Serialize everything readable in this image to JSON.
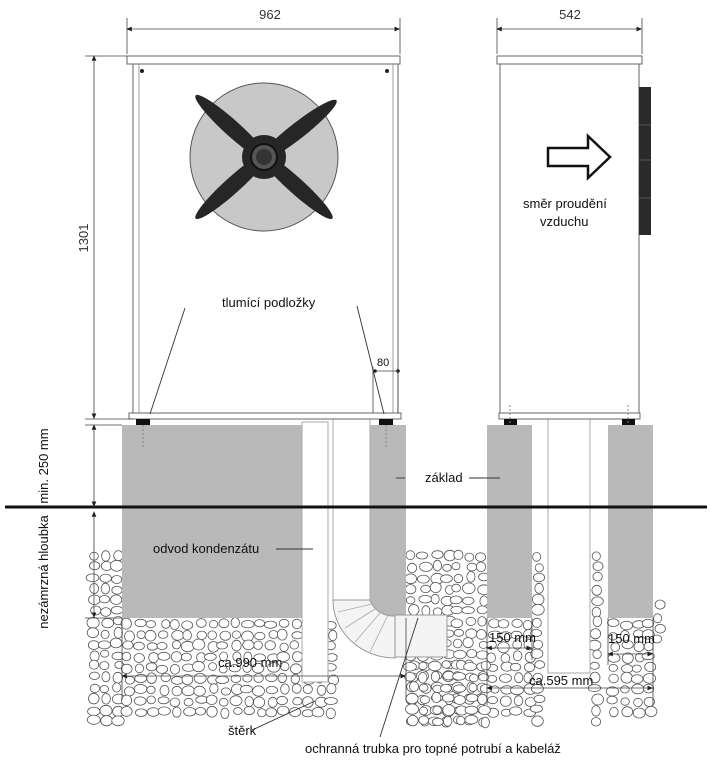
{
  "dimensions": {
    "front_width": "962",
    "side_width": "542",
    "unit_height": "1301",
    "pad_offset": "80",
    "foundation_width_1": "150 mm",
    "foundation_width_2": "150 mm",
    "front_span": "ca.990 mm",
    "side_span": "ca.595 mm"
  },
  "labels": {
    "airflow": "směr proudění",
    "airflow_2": "vzduchu",
    "damping_pads": "tlumící podložky",
    "foundation": "základ",
    "condensate": "odvod kondenzátu",
    "gravel": "štěrk",
    "protective_tube": "ochranná trubka pro topné potrubí a kabeláž",
    "min_depth": "min. 250 mm",
    "frost_depth": "nezámrzná hloubka"
  },
  "colors": {
    "concrete": "#b9b9b9",
    "fan_disc": "#c8c8c8",
    "blade": "#262626",
    "ground_line": "#111111",
    "grille": "#2a2a2a"
  }
}
